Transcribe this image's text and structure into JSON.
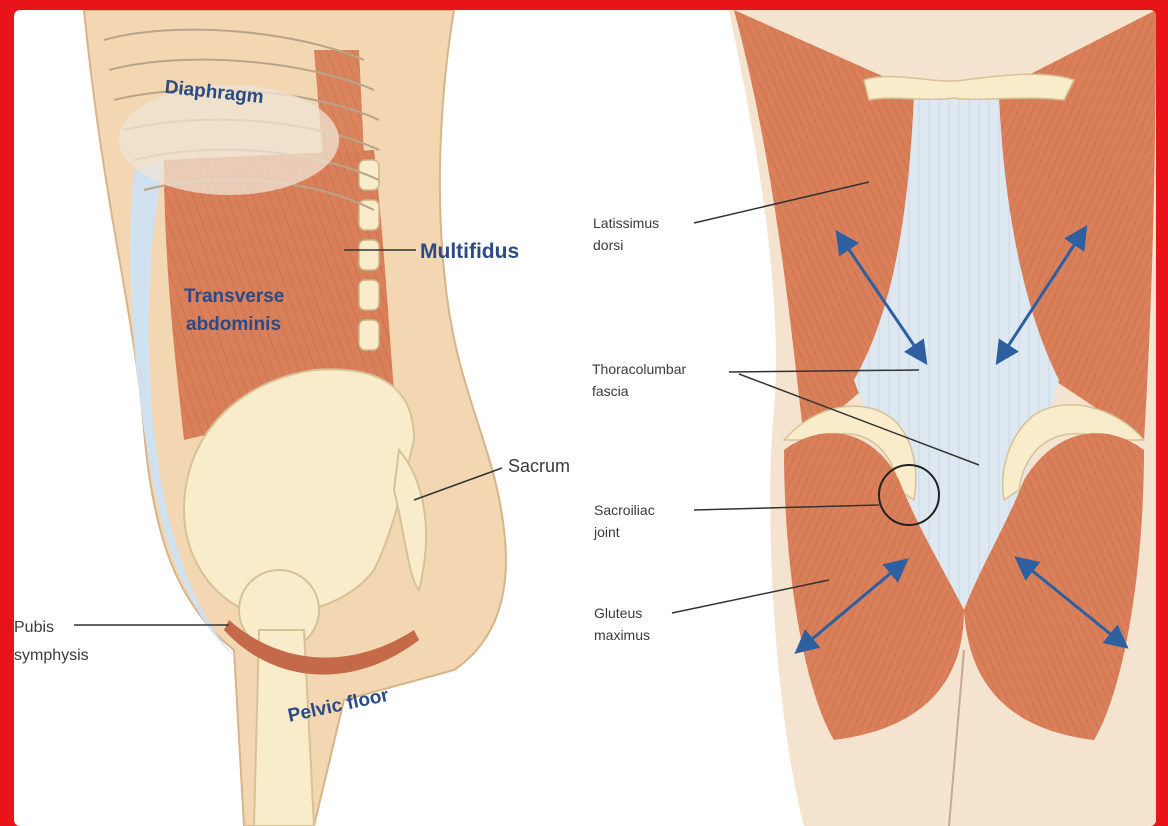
{
  "colors": {
    "frame": "#e8141a",
    "muscle": "#d9805a",
    "skin": "#f3d7b2",
    "bone": "#f8eccb",
    "fascia": "#dde8f1",
    "label_blue": "#2b4a86",
    "arrow": "#2e5fa0"
  },
  "left_panel": {
    "labels": {
      "diaphragm": "Diaphragm",
      "multifidus": "Multifidus",
      "transverse_line1": "Transverse",
      "transverse_line2": "abdominis",
      "sacrum": "Sacrum",
      "pubis_line1": "Pubis",
      "pubis_line2": "symphysis",
      "pelvic_floor": "Pelvic floor"
    }
  },
  "right_panel": {
    "labels": {
      "latissimus_line1": "Latissimus",
      "latissimus_line2": "dorsi",
      "thoracolumbar_line1": "Thoracolumbar",
      "thoracolumbar_line2": "fascia",
      "sacroiliac_line1": "Sacroiliac",
      "sacroiliac_line2": "joint",
      "gluteus_line1": "Gluteus",
      "gluteus_line2": "maximus"
    }
  }
}
